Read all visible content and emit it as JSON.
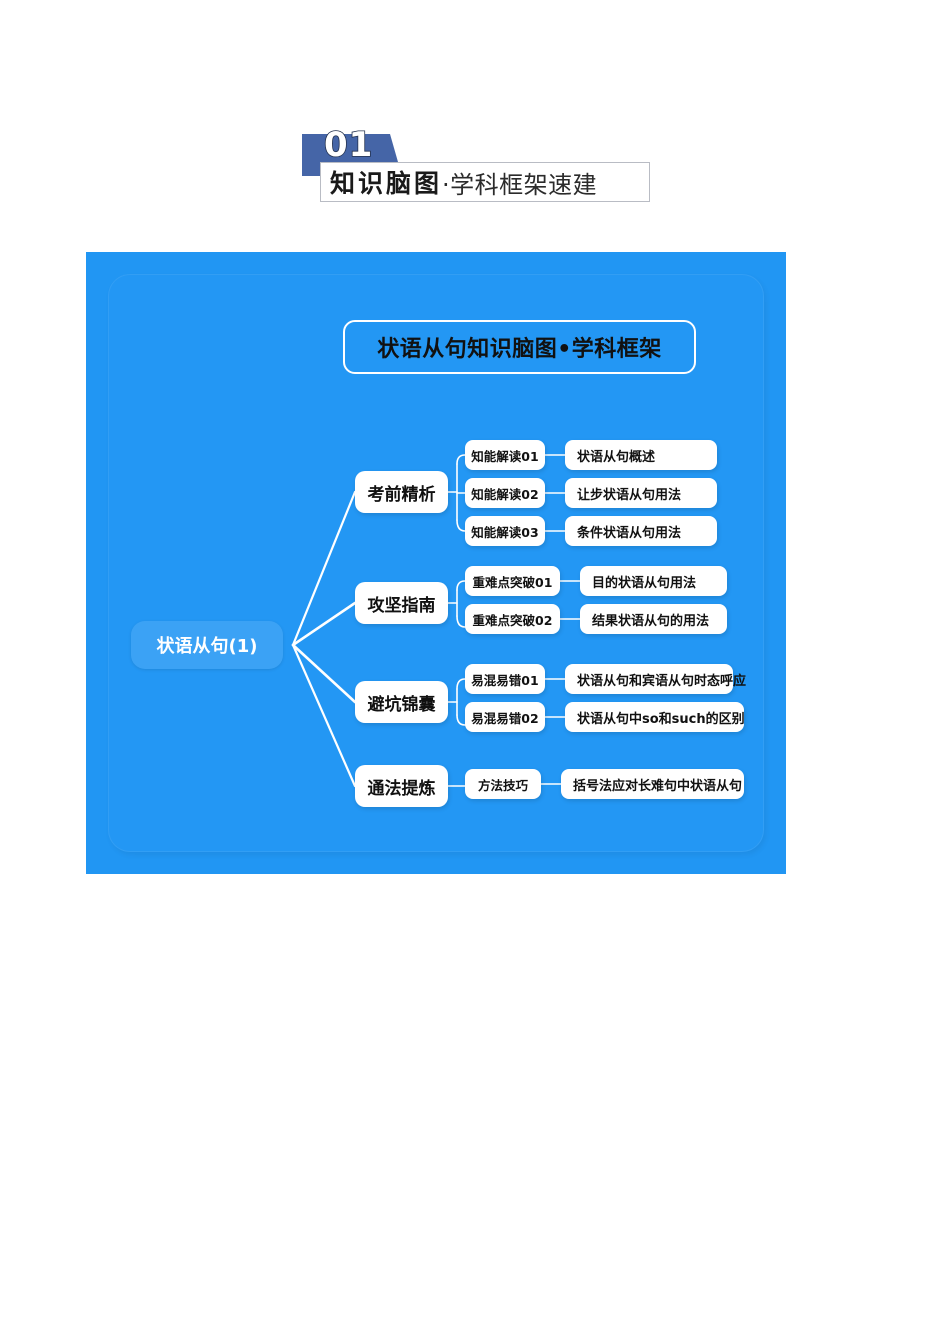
{
  "header": {
    "badge_number": "01",
    "title_strong": "知识脑图",
    "title_rest": "·学科框架速建"
  },
  "mindmap": {
    "title": "状语从句知识脑图•学科框架",
    "root": "状语从句(1)",
    "branches": [
      {
        "label": "考前精析",
        "children": [
          {
            "key": "知能解读01",
            "value": "状语从句概述"
          },
          {
            "key": "知能解读02",
            "value": "让步状语从句用法"
          },
          {
            "key": "知能解读03",
            "value": "条件状语从句用法"
          }
        ]
      },
      {
        "label": "攻坚指南",
        "children": [
          {
            "key": "重难点突破01",
            "value": "目的状语从句用法"
          },
          {
            "key": "重难点突破02",
            "value": "结果状语从句的用法"
          }
        ]
      },
      {
        "label": "避坑锦囊",
        "children": [
          {
            "key": "易混易错01",
            "value": "状语从句和宾语从句时态呼应"
          },
          {
            "key": "易混易错02",
            "value": "状语从句中so和such的区别"
          }
        ]
      },
      {
        "label": "通法提炼",
        "children": [
          {
            "key": "方法技巧",
            "value": "括号法应对长难句中状语从句"
          }
        ]
      }
    ]
  },
  "colors": {
    "panel_blue": "#2196f3",
    "root_blue": "#3ba2f5",
    "badge_blue": "#4565a7",
    "node_white": "#ffffff",
    "text_dark": "#111111"
  }
}
